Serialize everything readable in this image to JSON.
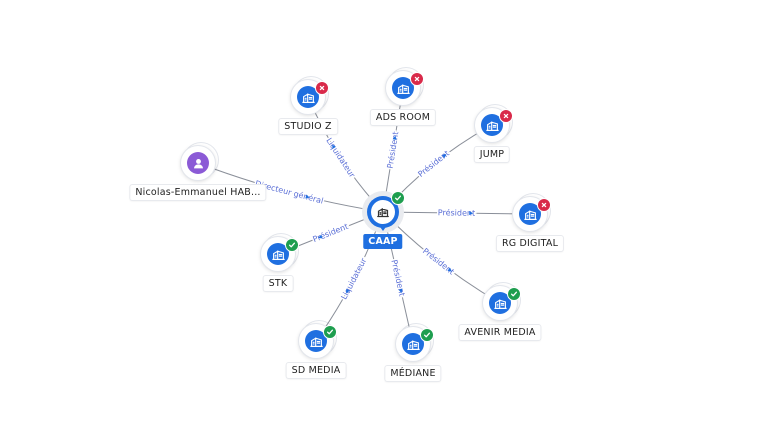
{
  "center": {
    "name": "CAAP",
    "status": "active"
  },
  "person": {
    "name": "Nicolas-Emmanuel HAB...",
    "role": "Directeur général"
  },
  "companies": [
    {
      "name": "STUDIO Z",
      "role": "Liquidateur",
      "status": "closed"
    },
    {
      "name": "ADS ROOM",
      "role": "Président",
      "status": "closed"
    },
    {
      "name": "JUMP",
      "role": "Président",
      "status": "closed"
    },
    {
      "name": "RG DIGITAL",
      "role": "Président",
      "status": "closed"
    },
    {
      "name": "AVENIR MEDIA",
      "role": "Président",
      "status": "active"
    },
    {
      "name": "MÉDIANE",
      "role": "Président",
      "status": "active"
    },
    {
      "name": "SD MEDIA",
      "role": "Liquidateur",
      "status": "active"
    },
    {
      "name": "STK",
      "role": "Président",
      "status": "active"
    }
  ],
  "colors": {
    "accent": "#1f6fe0",
    "active": "#1e9e4f",
    "closed": "#d92a4a",
    "person": "#8b5ad6",
    "edge": "#8a8f99",
    "edge_label": "#5b6fd6"
  }
}
